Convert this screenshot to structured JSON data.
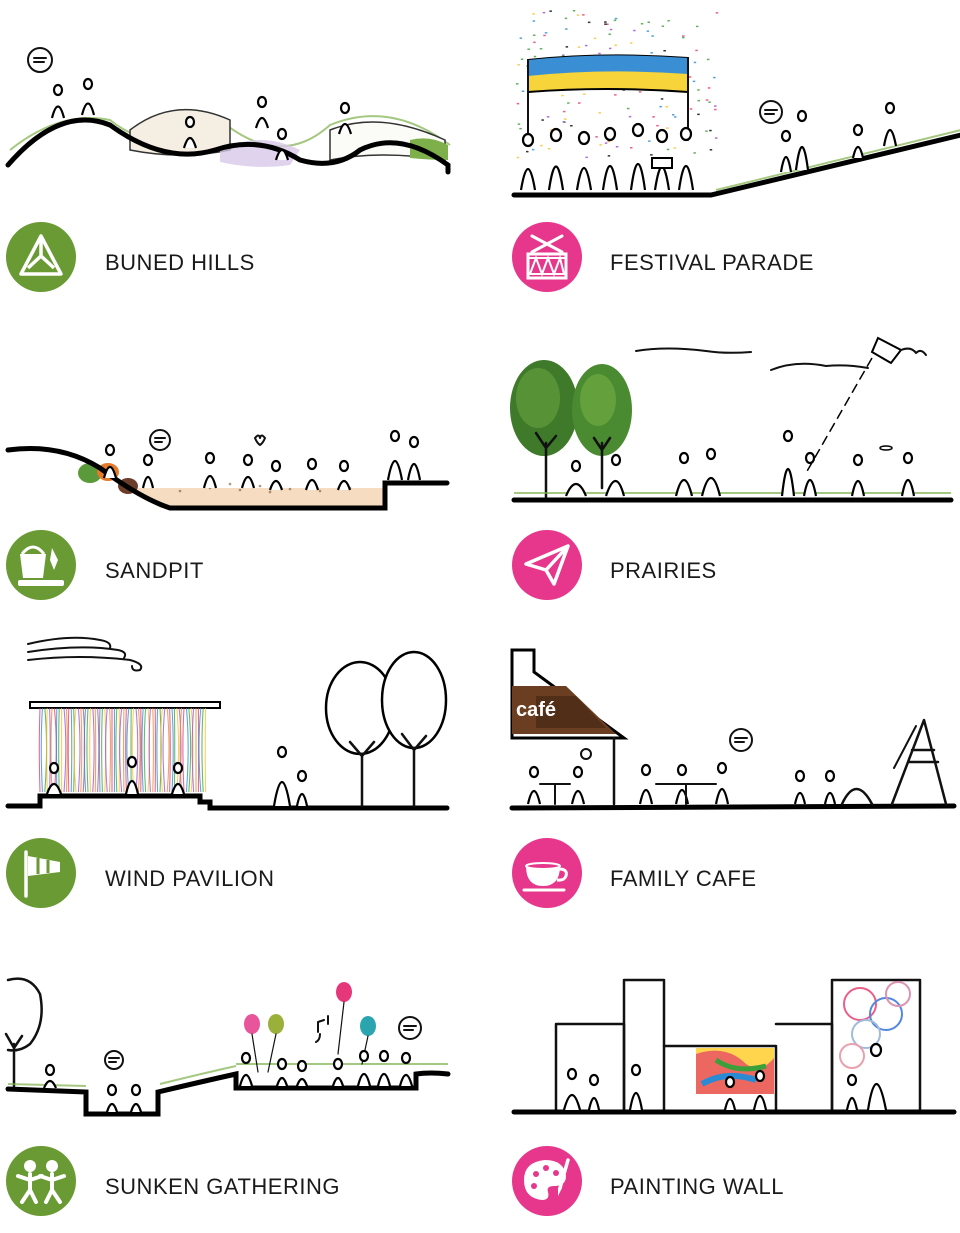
{
  "colors": {
    "green": "#6a9a33",
    "pink": "#e6378c",
    "white": "#ffffff"
  },
  "items": [
    {
      "label": "BUNED HILLS",
      "icon": "mountain-icon",
      "color": "#6a9a33"
    },
    {
      "label": "FESTIVAL PARADE",
      "icon": "drum-icon",
      "color": "#e6378c"
    },
    {
      "label": "SANDPIT",
      "icon": "sand-bucket-icon",
      "color": "#6a9a33"
    },
    {
      "label": "PRAIRIES",
      "icon": "paper-plane-icon",
      "color": "#e6378c"
    },
    {
      "label": "WIND PAVILION",
      "icon": "windsock-icon",
      "color": "#6a9a33"
    },
    {
      "label": "FAMILY CAFE",
      "icon": "coffee-cup-icon",
      "color": "#e6378c"
    },
    {
      "label": "SUNKEN GATHERING",
      "icon": "children-icon",
      "color": "#6a9a33"
    },
    {
      "label": "PAINTING WALL",
      "icon": "palette-icon",
      "color": "#e6378c"
    }
  ],
  "signs": {
    "cafe": "café"
  }
}
